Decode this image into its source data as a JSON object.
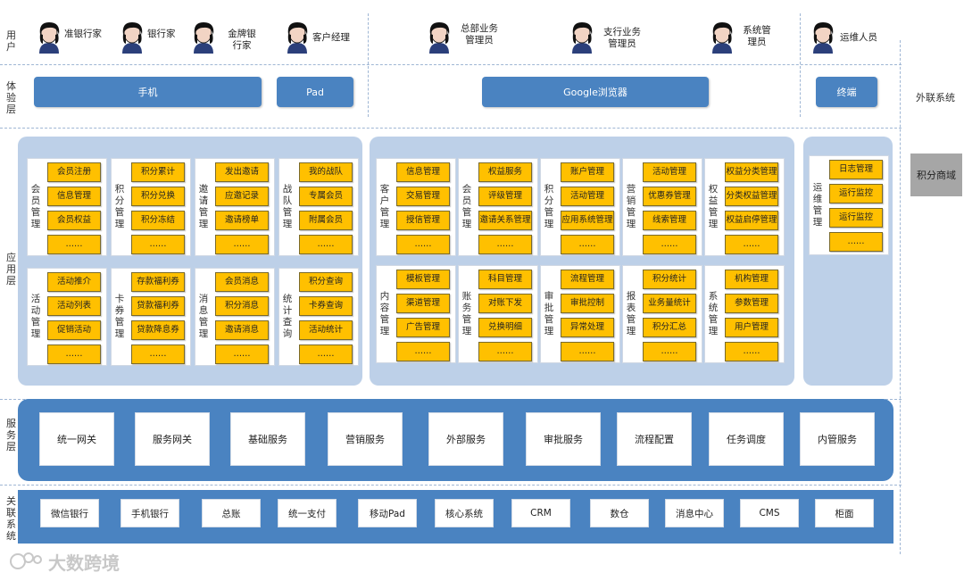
{
  "layers": {
    "user": "用户",
    "experience": "体验层",
    "application": "应用层",
    "service": "服务层",
    "related": "关联系统"
  },
  "users": [
    "准银行家",
    "银行家",
    "金牌银行家",
    "客户经理",
    "总部业务管理员",
    "支行业务管理员",
    "系统管理员",
    "运维人员"
  ],
  "experience": [
    "手机",
    "Pad",
    "Google浏览器",
    "终端"
  ],
  "external": {
    "title": "外联系统",
    "mall": "积分商域"
  },
  "modules": [
    {
      "name": "会员管理",
      "items": [
        "会员注册",
        "信息管理",
        "会员权益",
        "……"
      ]
    },
    {
      "name": "积分管理",
      "items": [
        "积分累计",
        "积分兑换",
        "积分冻结",
        "……"
      ]
    },
    {
      "name": "邀请管理",
      "items": [
        "发出邀请",
        "应邀记录",
        "邀请榜单",
        "……"
      ]
    },
    {
      "name": "战队管理",
      "items": [
        "我的战队",
        "专属会员",
        "附属会员",
        "……"
      ]
    },
    {
      "name": "活动管理",
      "items": [
        "活动推介",
        "活动列表",
        "促销活动",
        "……"
      ]
    },
    {
      "name": "卡券管理",
      "items": [
        "存款福利券",
        "贷款福利券",
        "贷款降息券",
        "……"
      ]
    },
    {
      "name": "消息管理",
      "items": [
        "会员消息",
        "积分消息",
        "邀请消息",
        "……"
      ]
    },
    {
      "name": "统计查询",
      "items": [
        "积分查询",
        "卡券查询",
        "活动统计",
        "……"
      ]
    },
    {
      "name": "客户管理",
      "items": [
        "信息管理",
        "交易管理",
        "授信管理",
        "……"
      ]
    },
    {
      "name": "会员管理",
      "items": [
        "权益服务",
        "评级管理",
        "邀请关系管理",
        "……"
      ]
    },
    {
      "name": "积分管理",
      "items": [
        "账户管理",
        "活动管理",
        "应用系统管理",
        "……"
      ]
    },
    {
      "name": "营销管理",
      "items": [
        "活动管理",
        "优惠券管理",
        "线索管理",
        "……"
      ]
    },
    {
      "name": "权益管理",
      "items": [
        "权益分类管理",
        "分类权益管理",
        "权益启停管理",
        "……"
      ]
    },
    {
      "name": "内容管理",
      "items": [
        "模板管理",
        "渠道管理",
        "广告管理",
        "……"
      ]
    },
    {
      "name": "账务管理",
      "items": [
        "科目管理",
        "对账下发",
        "兑换明细",
        "……"
      ]
    },
    {
      "name": "审批管理",
      "items": [
        "流程管理",
        "审批控制",
        "异常处理",
        "……"
      ]
    },
    {
      "name": "报表管理",
      "items": [
        "积分统计",
        "业务量统计",
        "积分汇总",
        "……"
      ]
    },
    {
      "name": "系统管理",
      "items": [
        "机构管理",
        "参数管理",
        "用户管理",
        "……"
      ]
    },
    {
      "name": "运维管理",
      "items": [
        "日志管理",
        "运行监控",
        "运行监控",
        "……"
      ]
    }
  ],
  "services": [
    "统一网关",
    "服务网关",
    "基础服务",
    "营销服务",
    "外部服务",
    "审批服务",
    "流程配置",
    "任务调度",
    "内管服务"
  ],
  "related": [
    "微信银行",
    "手机银行",
    "总账",
    "统一支付",
    "移动Pad",
    "核心系统",
    "CRM",
    "数仓",
    "消息中心",
    "CMS",
    "柜面"
  ],
  "watermark": "大数跨境",
  "colors": {
    "blue": "#4a83c1",
    "panel": "#bdd0e8",
    "item": "#ffc000",
    "mall": "#a6a6a6"
  }
}
